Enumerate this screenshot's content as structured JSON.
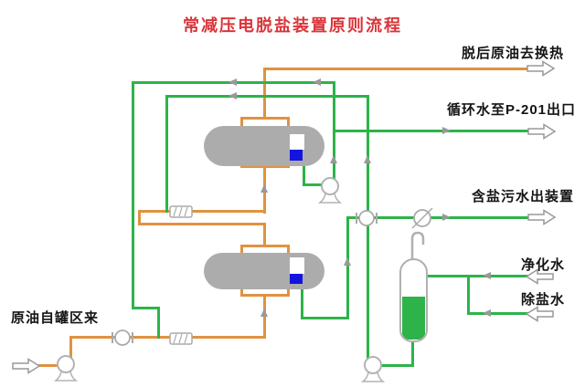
{
  "title": "常减压电脱盐装置原则流程",
  "streams": {
    "desalted_oil_out": {
      "label": "脱后原油去换热",
      "direction": "right"
    },
    "circulating_water_out": {
      "label": "循环水至P-201出口",
      "direction": "right"
    },
    "brine_out": {
      "label": "含盐污水出装置",
      "direction": "right"
    },
    "purified_water_in": {
      "label": "净化水",
      "direction": "left"
    },
    "demineralized_water_in": {
      "label": "除盐水",
      "direction": "left"
    },
    "crude_oil_in": {
      "label": "原油自罐区来",
      "direction": "right"
    }
  },
  "colors": {
    "oil_line": "#E0923F",
    "water_line": "#2DB34A",
    "equipment_gray": "#ACACAC",
    "symbol_gray": "#999999",
    "level_indicator_blue": "#1414DF",
    "title_red": "#D9353A",
    "label_black": "#141414",
    "background": "#FFFFFF"
  }
}
